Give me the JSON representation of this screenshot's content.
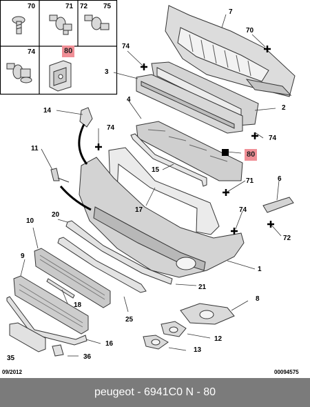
{
  "fastener_table": [
    "70",
    "71",
    "72",
    "75",
    "74",
    "80"
  ],
  "callouts": [
    "7",
    "70",
    "74",
    "3",
    "2",
    "4",
    "74",
    "14",
    "74",
    "11",
    "80",
    "15",
    "71",
    "6",
    "17",
    "74",
    "72",
    "10",
    "20",
    "1",
    "9",
    "21",
    "18",
    "25",
    "8",
    "12",
    "13",
    "16",
    "35",
    "36"
  ],
  "highlight_color": "#f08f96",
  "footer": {
    "date": "09/2012",
    "reference": "00094575",
    "caption": "peugeot - 6941C0      N - 80"
  }
}
